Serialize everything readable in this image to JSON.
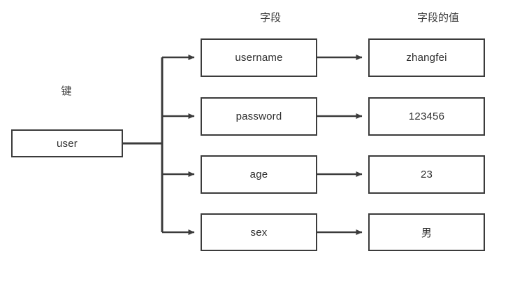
{
  "diagram": {
    "captions": {
      "key": "键",
      "field": "字段",
      "value": "字段的值"
    },
    "root": {
      "label": "user"
    },
    "rows": [
      {
        "field": "username",
        "value": "zhangfei"
      },
      {
        "field": "password",
        "value": "123456"
      },
      {
        "field": "age",
        "value": "23"
      },
      {
        "field": "sex",
        "value": "男"
      }
    ],
    "colors": {
      "border": "#3b3b3b",
      "connector": "#3b3b3b",
      "text": "#2e2e2e",
      "background": "#ffffff"
    }
  }
}
